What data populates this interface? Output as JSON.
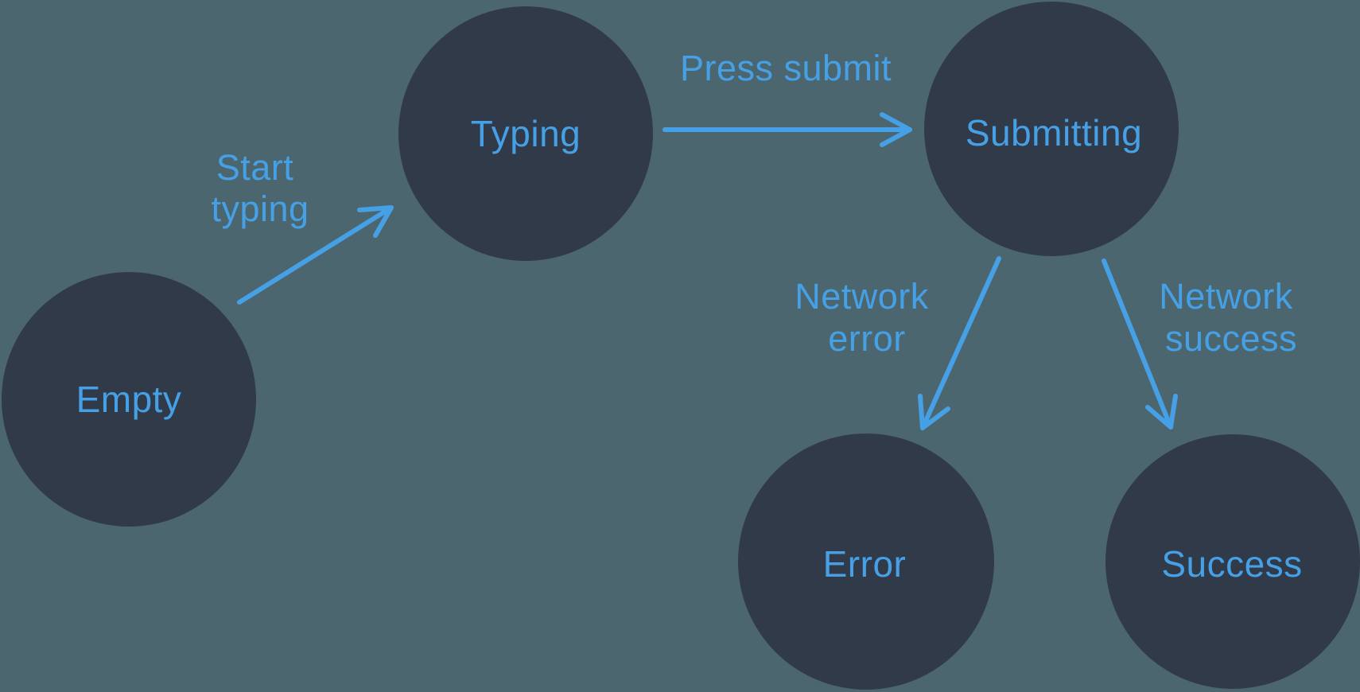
{
  "diagram": {
    "type": "state-machine",
    "colors": {
      "background": "#4C666F",
      "node_fill": "#313A49",
      "accent": "#46A0E6"
    },
    "nodes": [
      {
        "id": "empty",
        "label": "Empty"
      },
      {
        "id": "typing",
        "label": "Typing"
      },
      {
        "id": "submitting",
        "label": "Submitting"
      },
      {
        "id": "error",
        "label": "Error"
      },
      {
        "id": "success",
        "label": "Success"
      }
    ],
    "edges": [
      {
        "from": "empty",
        "to": "typing",
        "label": "Start typing",
        "label_lines": [
          "Start",
          "typing"
        ]
      },
      {
        "from": "typing",
        "to": "submitting",
        "label": "Press submit",
        "label_lines": [
          "Press submit"
        ]
      },
      {
        "from": "submitting",
        "to": "error",
        "label": "Network error",
        "label_lines": [
          "Network",
          "error"
        ]
      },
      {
        "from": "submitting",
        "to": "success",
        "label": "Network success",
        "label_lines": [
          "Network",
          "success"
        ]
      }
    ]
  }
}
